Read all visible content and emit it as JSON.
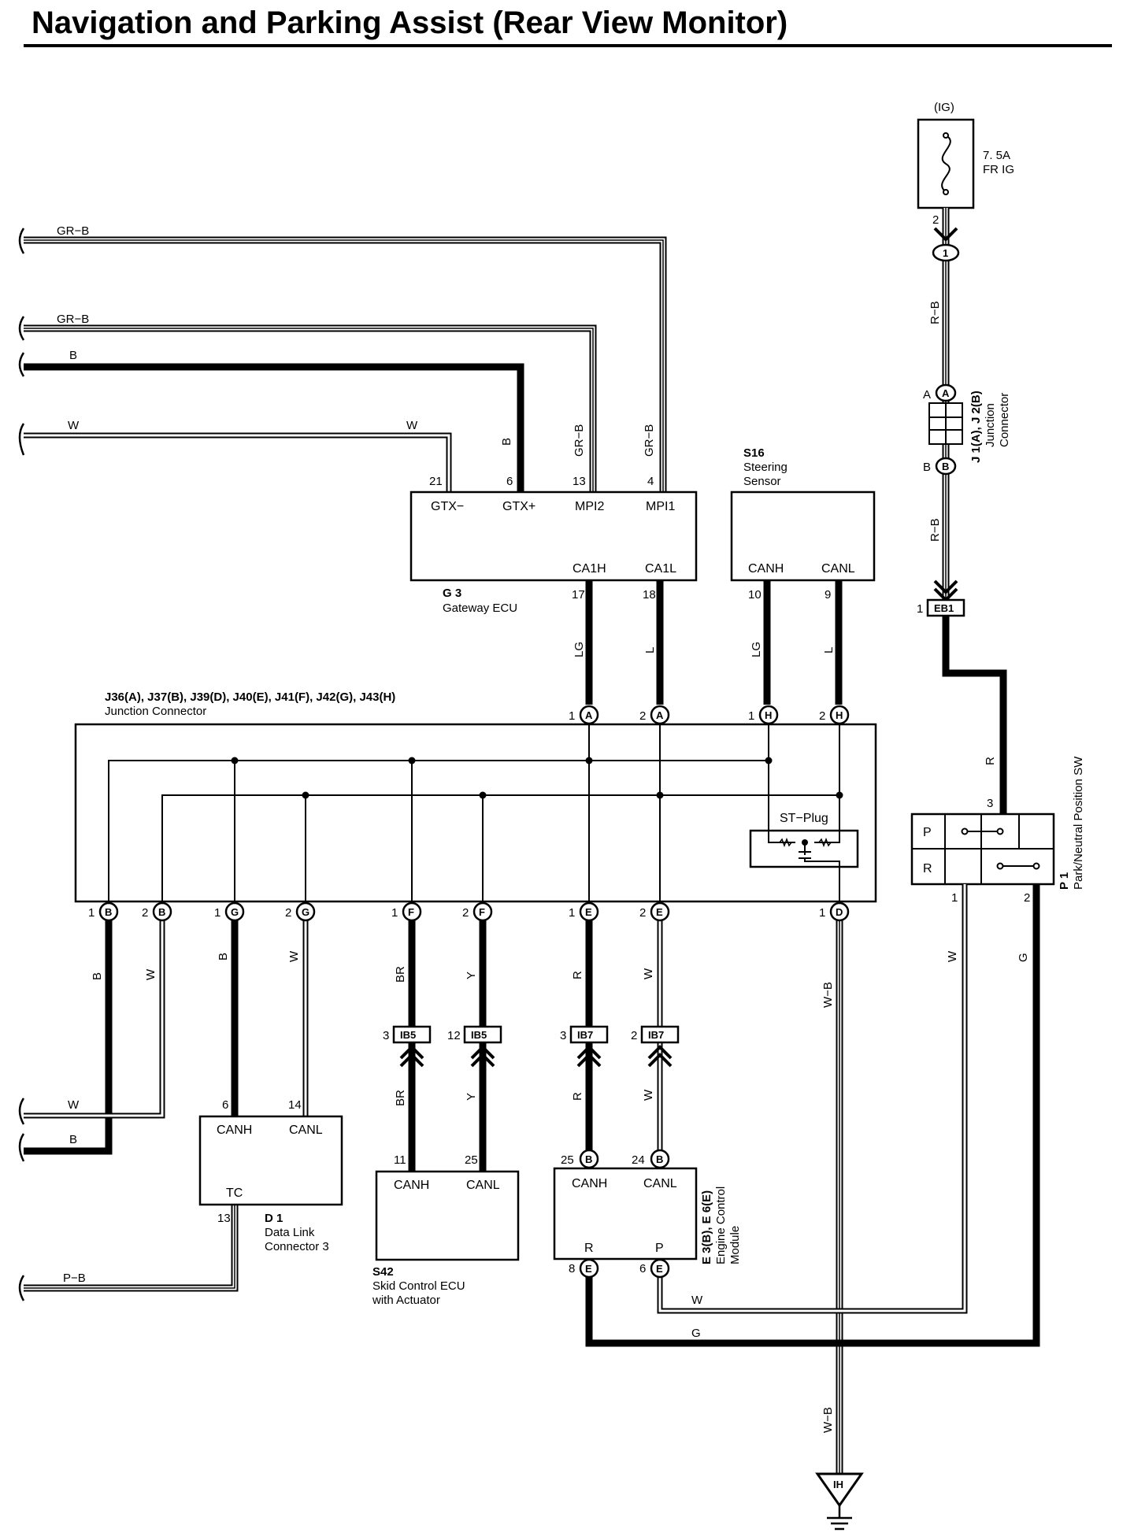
{
  "title": "Navigation and Parking Assist (Rear View Monitor)",
  "power": {
    "label": "(IG)",
    "fuse_rating": "7. 5A",
    "fuse_name": "FR IG",
    "fuse_pin": "2",
    "conn": "1"
  },
  "j1": {
    "name": "J 1(A), J 2(B)",
    "desc1": "Junction",
    "desc2": "Connector",
    "pinA": "A",
    "pinB": "B"
  },
  "eb1": {
    "pin": "1",
    "name": "EB1"
  },
  "gateway": {
    "id": "G 3",
    "name": "Gateway ECU",
    "pins": [
      "GTX−",
      "GTX+",
      "MPI2",
      "MPI1",
      "CA1H",
      "CA1L"
    ],
    "pin_nums": [
      "21",
      "6",
      "13",
      "4",
      "17",
      "18"
    ]
  },
  "steering": {
    "id": "S16",
    "name1": "Steering",
    "name2": "Sensor",
    "pins": [
      "CANH",
      "CANL"
    ],
    "pin_nums": [
      "10",
      "9"
    ]
  },
  "junction": {
    "name": "J36(A), J37(B), J39(D), J40(E), J41(F), J42(G), J43(H)",
    "desc": "Junction Connector",
    "st_plug": "ST−Plug",
    "top_pins": [
      {
        "n": "1",
        "c": "A"
      },
      {
        "n": "2",
        "c": "A"
      },
      {
        "n": "1",
        "c": "H"
      },
      {
        "n": "2",
        "c": "H"
      }
    ],
    "bottom_pins": [
      {
        "n": "1",
        "c": "B"
      },
      {
        "n": "2",
        "c": "B"
      },
      {
        "n": "1",
        "c": "G"
      },
      {
        "n": "2",
        "c": "G"
      },
      {
        "n": "1",
        "c": "F"
      },
      {
        "n": "2",
        "c": "F"
      },
      {
        "n": "1",
        "c": "E"
      },
      {
        "n": "2",
        "c": "E"
      },
      {
        "n": "1",
        "c": "D"
      }
    ]
  },
  "pnsw": {
    "id": "P 1",
    "name": "Park/Neutral Position SW",
    "rows": [
      "P",
      "R"
    ],
    "pin3": "3",
    "pin1": "1",
    "pin2": "2"
  },
  "dlc": {
    "id": "D 1",
    "name1": "Data Link",
    "name2": "Connector 3",
    "pins": [
      "CANH",
      "CANL",
      "TC"
    ],
    "pin_nums": [
      "6",
      "14",
      "13"
    ]
  },
  "skid": {
    "id": "S42",
    "name1": "Skid Control ECU",
    "name2": "with Actuator",
    "pins": [
      "CANH",
      "CANL"
    ],
    "pin_nums": [
      "11",
      "25"
    ]
  },
  "ecm": {
    "id": "E 3(B), E 6(E)",
    "name1": "Engine Control",
    "name2": "Module",
    "pins": [
      "CANH",
      "CANL",
      "R",
      "P"
    ],
    "pin_nums": [
      "25",
      "24",
      "8",
      "6"
    ],
    "conn": [
      "B",
      "B",
      "E",
      "E"
    ]
  },
  "ib": [
    {
      "pin": "3",
      "name": "IB5"
    },
    {
      "pin": "12",
      "name": "IB5"
    },
    {
      "pin": "3",
      "name": "IB7"
    },
    {
      "pin": "2",
      "name": "IB7"
    }
  ],
  "ground": "IH",
  "wires": {
    "grb1": "GR−B",
    "grb2": "GR−B",
    "b_top": "B",
    "w_top1": "W",
    "w_top2": "W",
    "b_v": "B",
    "grb_v1": "GR−B",
    "grb_v2": "GR−B",
    "rb1": "R−B",
    "rb2": "R−B",
    "r": "R",
    "lg1": "LG",
    "l1": "L",
    "lg2": "LG",
    "l2": "L",
    "b_left": "B",
    "w_left": "W",
    "b_g": "B",
    "w_g": "W",
    "br1": "BR",
    "y1": "Y",
    "r1": "R",
    "w_e": "W",
    "br2": "BR",
    "y2": "Y",
    "r2": "R",
    "w_e2": "W",
    "wb1": "W−B",
    "wb2": "W−B",
    "w_pn": "W",
    "g_pn": "G",
    "w_bot": "W",
    "g_bot": "G",
    "w_left2": "W",
    "b_left2": "B",
    "pb": "P−B"
  }
}
